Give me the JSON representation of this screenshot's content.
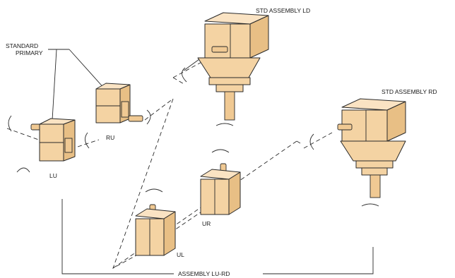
{
  "labels": {
    "standard_primary_line1": "STANDARD",
    "standard_primary_line2": "PRIMARY",
    "std_assembly_ld": "STD ASSEMBLY LD",
    "std_assembly_rd": "STD ASSEMBLY RD",
    "lu": "LU",
    "ru": "RU",
    "ur": "UR",
    "ul": "UL",
    "assembly_lu_rd": "ASSEMBLY LU-RD"
  },
  "colors": {
    "housing": "#f4d3a3",
    "housing_top": "#fae3c3",
    "housing_side": "#e8bf85",
    "line": "#2a2a2a"
  },
  "icons": [
    "rotation-arrow-icon"
  ]
}
